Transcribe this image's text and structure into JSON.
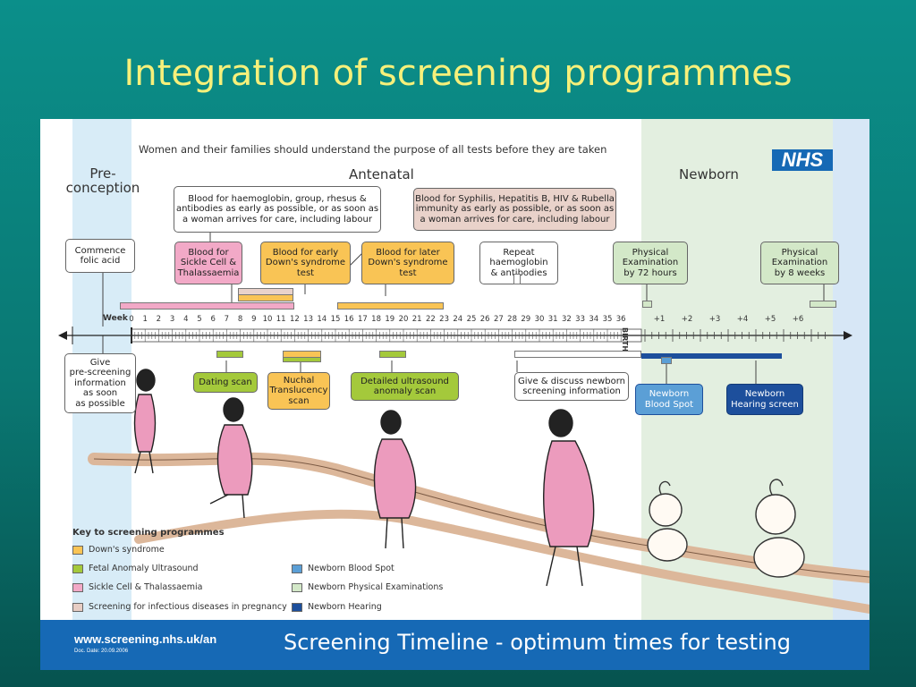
{
  "slide_title": "Integration of screening programmes",
  "intro": "Women and their families should understand the purpose of all tests before they are taken",
  "phases": {
    "pre": "Pre-\nconception",
    "antenatal": "Antenatal",
    "newborn": "Newborn"
  },
  "logo": "NHS",
  "timeline": {
    "week_label": "Week",
    "weeks": [
      "0",
      "1",
      "2",
      "3",
      "4",
      "5",
      "6",
      "7",
      "8",
      "9",
      "10",
      "11",
      "12",
      "13",
      "14",
      "15",
      "16",
      "17",
      "18",
      "19",
      "20",
      "21",
      "22",
      "23",
      "24",
      "25",
      "26",
      "27",
      "28",
      "29",
      "30",
      "31",
      "32",
      "33",
      "34",
      "35",
      "36"
    ],
    "birth_label": "BIRTH",
    "newborn_weeks": [
      "+1",
      "+2",
      "+3",
      "+4",
      "+5",
      "+6"
    ]
  },
  "boxes": {
    "bloods_early": "Blood for haemoglobin, group,  rhesus &\nantibodies as early as possible, or as soon as\na woman arrives for care, including labour",
    "bloods_infect": "Blood for Syphilis, Hepatitis B, HIV & Rubella\nimmunity as early as possible, or as soon as\na woman arrives for care, including labour",
    "folic": "Commence\nfolic acid",
    "sickle": "Blood for\nSickle Cell &\nThalassaemia",
    "downs_early": "Blood for early\nDown's syndrome\ntest",
    "downs_later": "Blood for later\nDown's syndrome\ntest",
    "repeat": "Repeat\nhaemoglobin\n& antibodies",
    "phys72": "Physical\nExamination\nby 72 hours",
    "phys8": "Physical\nExamination\nby 8 weeks",
    "give_info": "Give\npre-screening\ninformation\nas soon\nas possible",
    "dating": "Dating scan",
    "nuchal": "Nuchal\nTranslucency\nscan",
    "anomaly": "Detailed ultrasound\nanomaly scan",
    "newborn_info": "Give & discuss newborn\nscreening information",
    "bloodspot": "Newborn\nBlood Spot",
    "hearing": "Newborn\nHearing screen"
  },
  "key": {
    "title": "Key to screening programmes",
    "items": [
      {
        "label": "Down's syndrome",
        "color": "#f9c455"
      },
      {
        "label": "Fetal Anomaly Ultrasound",
        "color": "#a4c93b"
      },
      {
        "label": "Sickle Cell & Thalassaemia",
        "color": "#f2a9c7"
      },
      {
        "label": "Screening for infectious diseases in pregnancy",
        "color": "#e7cdc4"
      },
      {
        "label": "Newborn Blood Spot",
        "color": "#5b9fd6"
      },
      {
        "label": "Newborn Physical Examinations",
        "color": "#d3e8c8"
      },
      {
        "label": "Newborn Hearing",
        "color": "#1d4f9c"
      }
    ]
  },
  "footer": {
    "url": "www.screening.nhs.uk/an",
    "doc_date": "Doc. Date: 20.09.2006",
    "title": "Screening Timeline - optimum times for testing"
  }
}
